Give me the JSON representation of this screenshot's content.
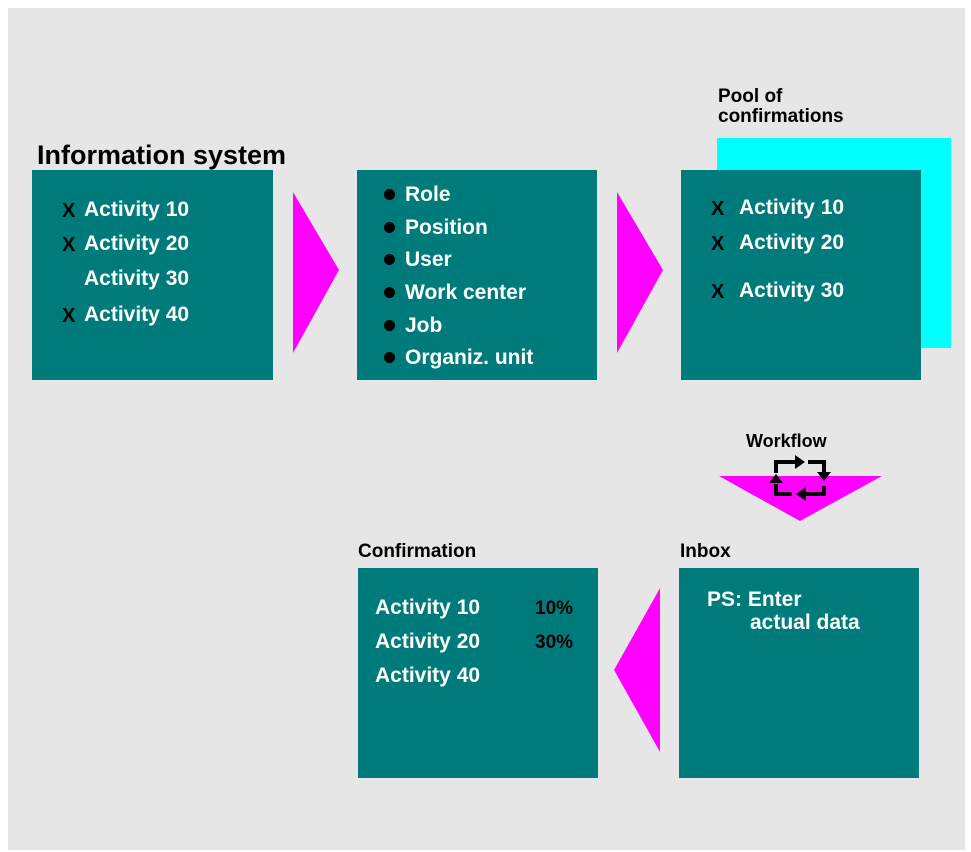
{
  "info_system": {
    "title": "Information system",
    "rows": [
      {
        "mark": "X",
        "label": "Activity 10"
      },
      {
        "mark": "X",
        "label": "Activity 20"
      },
      {
        "mark": "",
        "label": "Activity 30"
      },
      {
        "mark": "X",
        "label": "Activity 40"
      }
    ]
  },
  "agents": {
    "items": [
      "Role",
      "Position",
      "User",
      "Work center",
      "Job",
      "Organiz. unit"
    ]
  },
  "pool": {
    "title_line1": "Pool of",
    "title_line2": "confirmations",
    "rows": [
      {
        "mark": "X",
        "label": "Activity 10"
      },
      {
        "mark": "X",
        "label": "Activity 20"
      },
      {
        "mark": "X",
        "label": "Activity 30"
      }
    ]
  },
  "workflow": {
    "label": "Workflow"
  },
  "inbox": {
    "title": "Inbox",
    "line1": "PS: Enter",
    "line2": "actual data"
  },
  "confirmation": {
    "title": "Confirmation",
    "rows": [
      {
        "label": "Activity 10",
        "pct": "10%"
      },
      {
        "label": "Activity 20",
        "pct": "30%"
      },
      {
        "label": "Activity 40",
        "pct": ""
      }
    ]
  },
  "colors": {
    "box": "#007b7b",
    "arrow": "#ff00ff",
    "pool_shadow": "#00ffff",
    "background": "#e6e6e6"
  }
}
